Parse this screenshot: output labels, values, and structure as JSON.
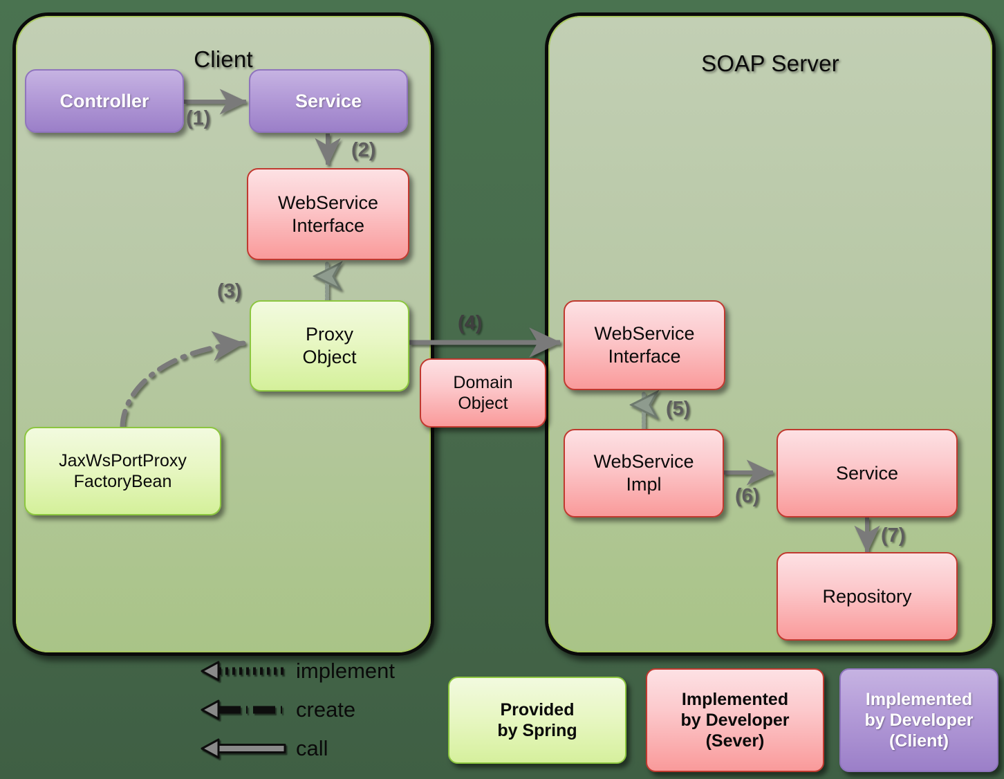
{
  "panels": {
    "client": {
      "title": "Client"
    },
    "server": {
      "title": "SOAP Server"
    }
  },
  "nodes": {
    "controller": "Controller",
    "client_service": "Service",
    "client_ws_interface": "WebService\nInterface",
    "proxy_object": "Proxy\nObject",
    "jaxws_factory": "JaxWsPortProxy\nFactoryBean",
    "domain_object": "Domain\nObject",
    "server_ws_interface": "WebService\nInterface",
    "server_ws_impl": "WebService\nImpl",
    "server_service": "Service",
    "repository": "Repository"
  },
  "steps": {
    "s1": "(1)",
    "s2": "(2)",
    "s3": "(3)",
    "s4": "(4)",
    "s5": "(5)",
    "s6": "(6)",
    "s7": "(7)"
  },
  "legend": {
    "arrows": [
      {
        "style": "implement",
        "label": "implement"
      },
      {
        "style": "create",
        "label": "create"
      },
      {
        "style": "call",
        "label": "call"
      }
    ],
    "boxes": [
      {
        "kind": "green",
        "label": "Provided\nby Spring"
      },
      {
        "kind": "pink",
        "label": "Implemented\nby Developer\n(Sever)"
      },
      {
        "kind": "purple",
        "label": "Implemented\nby Developer\n(Client)"
      }
    ]
  },
  "colors": {
    "page_background": "#47694b",
    "panel_fill": "#b8c8a6",
    "panel_border": "#0a0a0a",
    "purple_node": "#b49cd8",
    "pink_node": "#fcc9cc",
    "green_node": "#e8f7c4",
    "arrow": "#7a7a7a"
  }
}
